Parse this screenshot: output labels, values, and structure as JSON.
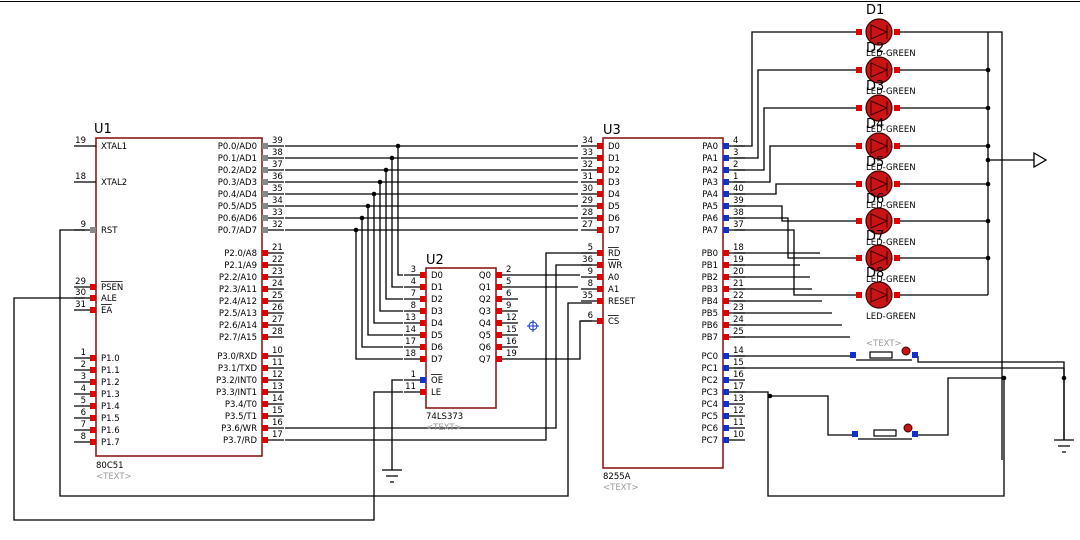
{
  "colors": {
    "chip_border": "#8b1a1a",
    "pad_red": "#e00000",
    "pad_blue": "#1030d0",
    "pad_gray": "#888888",
    "led_fill": "#c81414",
    "wire": "#000000",
    "placeholder_text": "#9a9a9a"
  },
  "u1": {
    "ref": "U1",
    "part": "80C51",
    "placeholder": "<TEXT>",
    "left_pins": [
      {
        "num": "19",
        "name": "XTAL1"
      },
      {
        "num": "18",
        "name": "XTAL2"
      },
      {
        "num": "9",
        "name": "RST"
      },
      {
        "num": "29",
        "name": "PSEN"
      },
      {
        "num": "30",
        "name": "ALE"
      },
      {
        "num": "31",
        "name": "EA"
      },
      {
        "num": "1",
        "name": "P1.0"
      },
      {
        "num": "2",
        "name": "P1.1"
      },
      {
        "num": "3",
        "name": "P1.2"
      },
      {
        "num": "4",
        "name": "P1.3"
      },
      {
        "num": "5",
        "name": "P1.4"
      },
      {
        "num": "6",
        "name": "P1.5"
      },
      {
        "num": "7",
        "name": "P1.6"
      },
      {
        "num": "8",
        "name": "P1.7"
      }
    ],
    "right_pins": [
      {
        "num": "39",
        "name": "P0.0/AD0"
      },
      {
        "num": "38",
        "name": "P0.1/AD1"
      },
      {
        "num": "37",
        "name": "P0.2/AD2"
      },
      {
        "num": "36",
        "name": "P0.3/AD3"
      },
      {
        "num": "35",
        "name": "P0.4/AD4"
      },
      {
        "num": "34",
        "name": "P0.5/AD5"
      },
      {
        "num": "33",
        "name": "P0.6/AD6"
      },
      {
        "num": "32",
        "name": "P0.7/AD7"
      },
      {
        "num": "21",
        "name": "P2.0/A8"
      },
      {
        "num": "22",
        "name": "P2.1/A9"
      },
      {
        "num": "23",
        "name": "P2.2/A10"
      },
      {
        "num": "24",
        "name": "P2.3/A11"
      },
      {
        "num": "25",
        "name": "P2.4/A12"
      },
      {
        "num": "26",
        "name": "P2.5/A13"
      },
      {
        "num": "27",
        "name": "P2.6/A14"
      },
      {
        "num": "28",
        "name": "P2.7/A15"
      },
      {
        "num": "10",
        "name": "P3.0/RXD"
      },
      {
        "num": "11",
        "name": "P3.1/TXD"
      },
      {
        "num": "12",
        "name": "P3.2/INT0"
      },
      {
        "num": "13",
        "name": "P3.3/INT1"
      },
      {
        "num": "14",
        "name": "P3.4/T0"
      },
      {
        "num": "15",
        "name": "P3.5/T1"
      },
      {
        "num": "16",
        "name": "P3.6/WR"
      },
      {
        "num": "17",
        "name": "P3.7/RD"
      }
    ]
  },
  "u2": {
    "ref": "U2",
    "part": "74LS373",
    "placeholder": "<TEXT>",
    "left_pins": [
      {
        "num": "3",
        "name": "D0"
      },
      {
        "num": "4",
        "name": "D1"
      },
      {
        "num": "7",
        "name": "D2"
      },
      {
        "num": "8",
        "name": "D3"
      },
      {
        "num": "13",
        "name": "D4"
      },
      {
        "num": "14",
        "name": "D5"
      },
      {
        "num": "17",
        "name": "D6"
      },
      {
        "num": "18",
        "name": "D7"
      },
      {
        "num": "1",
        "name": "OE"
      },
      {
        "num": "11",
        "name": "LE"
      }
    ],
    "right_pins": [
      {
        "num": "2",
        "name": "Q0"
      },
      {
        "num": "5",
        "name": "Q1"
      },
      {
        "num": "6",
        "name": "Q2"
      },
      {
        "num": "9",
        "name": "Q3"
      },
      {
        "num": "12",
        "name": "Q4"
      },
      {
        "num": "15",
        "name": "Q5"
      },
      {
        "num": "16",
        "name": "Q6"
      },
      {
        "num": "19",
        "name": "Q7"
      }
    ]
  },
  "u3": {
    "ref": "U3",
    "part": "8255A",
    "placeholder": "<TEXT>",
    "left_pins": [
      {
        "num": "34",
        "name": "D0"
      },
      {
        "num": "33",
        "name": "D1"
      },
      {
        "num": "32",
        "name": "D2"
      },
      {
        "num": "31",
        "name": "D3"
      },
      {
        "num": "30",
        "name": "D4"
      },
      {
        "num": "29",
        "name": "D5"
      },
      {
        "num": "28",
        "name": "D6"
      },
      {
        "num": "27",
        "name": "D7"
      },
      {
        "num": "5",
        "name": "RD"
      },
      {
        "num": "36",
        "name": "WR"
      },
      {
        "num": "9",
        "name": "A0"
      },
      {
        "num": "8",
        "name": "A1"
      },
      {
        "num": "35",
        "name": "RESET"
      },
      {
        "num": "6",
        "name": "CS"
      }
    ],
    "right_pins": [
      {
        "num": "4",
        "name": "PA0"
      },
      {
        "num": "3",
        "name": "PA1"
      },
      {
        "num": "2",
        "name": "PA2"
      },
      {
        "num": "1",
        "name": "PA3"
      },
      {
        "num": "40",
        "name": "PA4"
      },
      {
        "num": "39",
        "name": "PA5"
      },
      {
        "num": "38",
        "name": "PA6"
      },
      {
        "num": "37",
        "name": "PA7"
      },
      {
        "num": "18",
        "name": "PB0"
      },
      {
        "num": "19",
        "name": "PB1"
      },
      {
        "num": "20",
        "name": "PB2"
      },
      {
        "num": "21",
        "name": "PB3"
      },
      {
        "num": "22",
        "name": "PB4"
      },
      {
        "num": "23",
        "name": "PB5"
      },
      {
        "num": "24",
        "name": "PB6"
      },
      {
        "num": "25",
        "name": "PB7"
      },
      {
        "num": "14",
        "name": "PC0"
      },
      {
        "num": "15",
        "name": "PC1"
      },
      {
        "num": "16",
        "name": "PC2"
      },
      {
        "num": "17",
        "name": "PC3"
      },
      {
        "num": "13",
        "name": "PC4"
      },
      {
        "num": "12",
        "name": "PC5"
      },
      {
        "num": "11",
        "name": "PC6"
      },
      {
        "num": "10",
        "name": "PC7"
      }
    ]
  },
  "leds": [
    {
      "ref": "D1",
      "value": "LED-GREEN"
    },
    {
      "ref": "D2",
      "value": "LED-GREEN"
    },
    {
      "ref": "D3",
      "value": "LED-GREEN"
    },
    {
      "ref": "D4",
      "value": "LED-GREEN"
    },
    {
      "ref": "D5",
      "value": "LED-GREEN"
    },
    {
      "ref": "D6",
      "value": "LED-GREEN"
    },
    {
      "ref": "D7",
      "value": "LED-GREEN"
    },
    {
      "ref": "D8",
      "value": "LED-GREEN"
    }
  ],
  "buttons": [
    {
      "placeholder": "<TEXT>"
    },
    {
      "placeholder": ""
    }
  ]
}
